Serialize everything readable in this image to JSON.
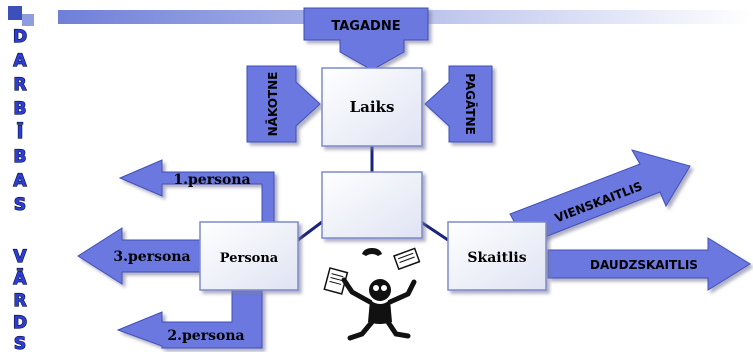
{
  "side_title": {
    "word1": [
      "D",
      "A",
      "R",
      "B",
      "Ī",
      "B",
      "A",
      "S"
    ],
    "word2": [
      "V",
      "Ā",
      "R",
      "D",
      "S"
    ]
  },
  "laiks": {
    "center": "Laiks",
    "top": "TAGADNE",
    "left": "NĀKOTNE",
    "right": "PAGĀTNE"
  },
  "persona": {
    "center": "Persona",
    "first": "1.persona",
    "second": "2.persona",
    "third": "3.persona"
  },
  "skaitlis": {
    "center": "Skaitlis",
    "singular": "VIENSKAITLIS",
    "plural": "DAUDZSKAITLIS"
  },
  "colors": {
    "arrow": "#6a78e0",
    "box_border": "#7d8ccc",
    "connector": "#1a237e",
    "banner": "#7080d8",
    "side_letters": "#2b3fd6"
  },
  "icons": {
    "figure": "juggling-figure-icon"
  }
}
